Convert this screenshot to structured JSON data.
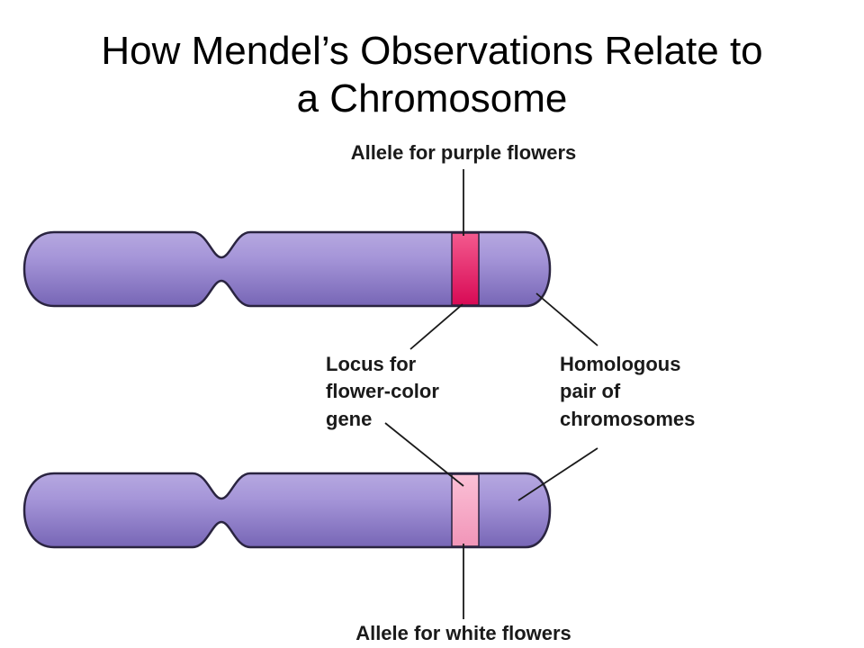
{
  "title": {
    "line1": "How Mendel’s Observations Relate to",
    "line2": "a Chromosome"
  },
  "labels": {
    "allele_purple": "Allele for purple flowers",
    "allele_white": "Allele for white flowers",
    "locus_line1": "Locus for",
    "locus_line2": "flower-color",
    "locus_line3": "gene",
    "homologous_line1": "Homologous",
    "homologous_line2": "pair of",
    "homologous_line3": "chromosomes"
  },
  "colors": {
    "chromosome_fill": "#9b8ad0",
    "chromosome_dark": "#7462b0",
    "chromosome_outline": "#2a2440",
    "allele_purple_band": "#e8115e",
    "allele_white_band": "#f7a3c4"
  }
}
